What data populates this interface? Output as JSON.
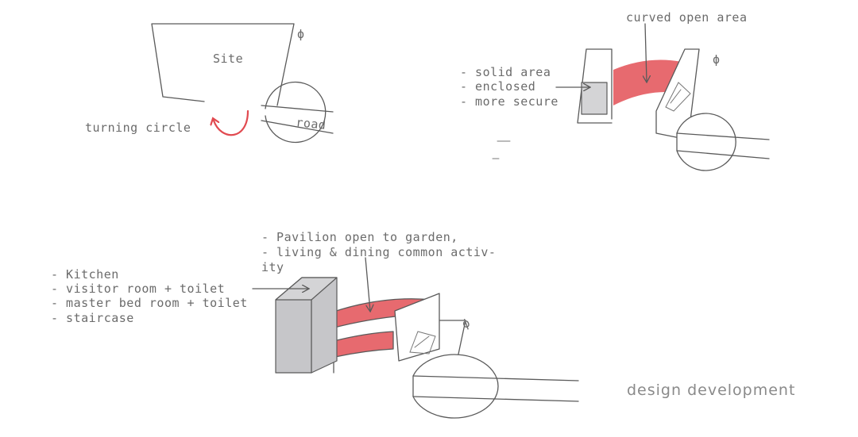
{
  "colors": {
    "accent": "#e76a6f",
    "ink": "#5a5a5a",
    "solid": "#d4d4d6"
  },
  "sketch1": {
    "site_label": "Site",
    "road_label": "road",
    "turning_label": "turning circle",
    "north_symbol": "ϕ"
  },
  "sketch2": {
    "curved_label": "curved open area",
    "solid_lines": [
      "- solid area",
      "- enclosed",
      "- more secure"
    ],
    "north_symbol": "ϕ"
  },
  "sketch3": {
    "pavilion_lines": [
      "- Pavilion open to garden,",
      "- living & dining common activ-",
      "ity"
    ],
    "program_lines": [
      "- Kitchen",
      "- visitor room + toilet",
      "- master bed room + toilet",
      "- staircase"
    ],
    "north_symbol": "ϕ"
  },
  "caption": "design development"
}
